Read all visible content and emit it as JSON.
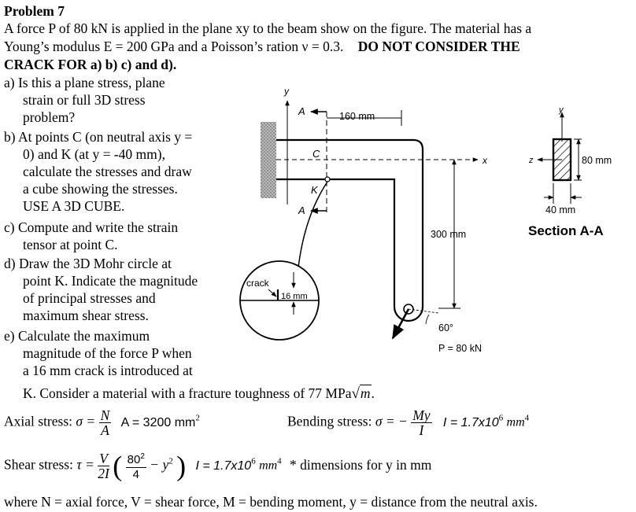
{
  "problem": {
    "title": "Problem 7",
    "intro_1": "A force P of 80 kN is applied in the plane xy to the beam show on the figure. The material has a",
    "intro_2a": "Young’s modulus E = 200 GPa and a Poisson’s ration ν = 0.3.",
    "intro_2b": "DO NOT CONSIDER THE",
    "intro_3": "CRACK FOR a) b) c) and d).",
    "a": [
      "a) Is this a plane stress, plane",
      "strain or full 3D stress",
      "problem?"
    ],
    "b": [
      "b) At points C (on neutral axis y =",
      "0) and K (at y = -40 mm),",
      "calculate the stresses and draw",
      "a cube showing the stresses.",
      "USE A 3D CUBE."
    ],
    "c": [
      "c) Compute and write the strain",
      "tensor at point C."
    ],
    "d": [
      "d) Draw the 3D Mohr circle at",
      "point K. Indicate the magnitude",
      "of principal stresses and",
      "maximum shear stress."
    ],
    "e": [
      "e) Calculate the maximum",
      "magnitude of the force P when",
      "a 16 mm crack is introduced at"
    ],
    "e_last": "K. Consider a material with a fracture toughness of 77 MPa",
    "e_unit": "m",
    "e_end": "."
  },
  "figure": {
    "y_axis": "y",
    "x_axis": "x",
    "label_a_top": "A",
    "label_a_bottom": "A",
    "label_c": "C",
    "label_k": "K",
    "dim_160": "160 mm",
    "dim_300": "300 mm",
    "angle": "60°",
    "force": "P = 80 kN",
    "crack": "crack",
    "crack_dim": "16 mm"
  },
  "section": {
    "y_axis": "y",
    "z_axis": "z",
    "height": "80 mm",
    "width": "40 mm",
    "title": "Section A-A"
  },
  "formulas": {
    "axial_label": "Axial stress:",
    "sigma_eq": "σ =",
    "axial_num": "N",
    "axial_den": "A",
    "area": "A = 3200 mm",
    "area_exp": "2",
    "bending_label": "Bending stress:",
    "bending_eq": "σ = −",
    "bending_num": "My",
    "bending_den": "I",
    "inertia": "I = 1.7x10",
    "inertia_exp1": "6",
    "inertia_unit": "mm",
    "inertia_exp2": "4",
    "shear_label": "Shear stress:",
    "tau_eq": "τ =",
    "shear_num": "V",
    "shear_den": "2I",
    "shear_inner_num": "80",
    "shear_inner_num_exp": "2",
    "shear_inner_den": "4",
    "shear_minus": "− y",
    "shear_minus_exp": "2",
    "inertia2": "I = 1.7x10",
    "inertia2_exp1": "6",
    "inertia2_unit": "mm",
    "inertia2_exp2": "4",
    "note": "* dimensions for y in mm",
    "where": "where N = axial force, V = shear force, M = bending moment, y = distance from the neutral axis."
  }
}
